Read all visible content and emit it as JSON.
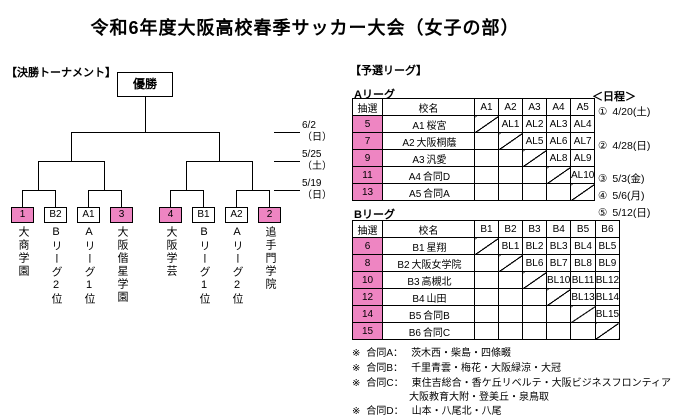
{
  "title": "令和6年度大阪高校春季サッカー大会（女子の部）",
  "colors": {
    "highlight_pink": "#ee85c2",
    "line": "#000000"
  },
  "bracket": {
    "section_label": "【決勝トーナメント】",
    "champion": "優勝",
    "round_dates": [
      {
        "date": "6/2",
        "day": "（日）"
      },
      {
        "date": "5/25",
        "day": "（土）"
      },
      {
        "date": "5/19",
        "day": "（日）"
      }
    ],
    "slots": [
      {
        "seed": "1",
        "name": "大商学園",
        "highlighted": true
      },
      {
        "seed": "B2",
        "name": "Bリーグ2位",
        "highlighted": false
      },
      {
        "seed": "A1",
        "name": "Aリーグ1位",
        "highlighted": false
      },
      {
        "seed": "3",
        "name": "大阪偕星学園",
        "highlighted": true
      },
      {
        "seed": "4",
        "name": "大阪学芸",
        "highlighted": true
      },
      {
        "seed": "B1",
        "name": "Bリーグ1位",
        "highlighted": false
      },
      {
        "seed": "A2",
        "name": "Aリーグ2位",
        "highlighted": false
      },
      {
        "seed": "2",
        "name": "追手門学院",
        "highlighted": true
      }
    ]
  },
  "preliminary": {
    "section_label": "【予選リーグ】",
    "league_a": {
      "label": "Aリーグ",
      "headers": [
        "抽選",
        "校名",
        "A1",
        "A2",
        "A3",
        "A4",
        "A5"
      ],
      "rows": [
        {
          "draw": "5",
          "id": "A1",
          "name": "桜宮",
          "m": [
            "",
            "AL1",
            "AL2",
            "AL3",
            "AL4"
          ]
        },
        {
          "draw": "7",
          "id": "A2",
          "name": "大阪桐蔭",
          "m": [
            "",
            "",
            "AL5",
            "AL6",
            "AL7"
          ]
        },
        {
          "draw": "9",
          "id": "A3",
          "name": "汎愛",
          "m": [
            "",
            "",
            "",
            "AL8",
            "AL9"
          ]
        },
        {
          "draw": "11",
          "id": "A4",
          "name": "合同D",
          "m": [
            "",
            "",
            "",
            "",
            "AL10"
          ]
        },
        {
          "draw": "13",
          "id": "A5",
          "name": "合同A",
          "m": [
            "",
            "",
            "",
            "",
            ""
          ]
        }
      ]
    },
    "league_b": {
      "label": "Bリーグ",
      "headers": [
        "抽選",
        "校名",
        "B1",
        "B2",
        "B3",
        "B4",
        "B5",
        "B6"
      ],
      "rows": [
        {
          "draw": "6",
          "id": "B1",
          "name": "星翔",
          "m": [
            "",
            "BL1",
            "BL2",
            "BL3",
            "BL4",
            "BL5"
          ]
        },
        {
          "draw": "8",
          "id": "B2",
          "name": "大阪女学院",
          "m": [
            "",
            "",
            "BL6",
            "BL7",
            "BL8",
            "BL9"
          ]
        },
        {
          "draw": "10",
          "id": "B3",
          "name": "高槻北",
          "m": [
            "",
            "",
            "",
            "BL10",
            "BL11",
            "BL12"
          ]
        },
        {
          "draw": "12",
          "id": "B4",
          "name": "山田",
          "m": [
            "",
            "",
            "",
            "",
            "BL13",
            "BL14"
          ]
        },
        {
          "draw": "14",
          "id": "B5",
          "name": "合同B",
          "m": [
            "",
            "",
            "",
            "",
            "",
            "BL15"
          ]
        },
        {
          "draw": "15",
          "id": "B6",
          "name": "合同C",
          "m": [
            "",
            "",
            "",
            "",
            "",
            ""
          ]
        }
      ]
    }
  },
  "schedule": {
    "label": "＜日程＞",
    "items": [
      {
        "num": "①",
        "date": "4/20(土)"
      },
      {
        "num": "②",
        "date": "4/28(日)"
      },
      {
        "num": "③",
        "date": "5/3(金)"
      },
      {
        "num": "④",
        "date": "5/6(月)"
      },
      {
        "num": "⑤",
        "date": "5/12(日)"
      }
    ]
  },
  "notes": [
    {
      "mark": "※",
      "label": "合同A：",
      "teams": "茨木西・柴島・四條畷"
    },
    {
      "mark": "※",
      "label": "合同B：",
      "teams": "千里青雲・梅花・大阪緑涼・大冠"
    },
    {
      "mark": "※",
      "label": "合同C：",
      "teams": "東住吉総合・香ケ丘リベルテ・大阪ビジネスフロンティア"
    },
    {
      "mark": "",
      "label": "",
      "teams": "大阪教育大附・登美丘・泉鳥取"
    },
    {
      "mark": "※",
      "label": "合同D：",
      "teams": "山本・八尾北・八尾"
    }
  ]
}
